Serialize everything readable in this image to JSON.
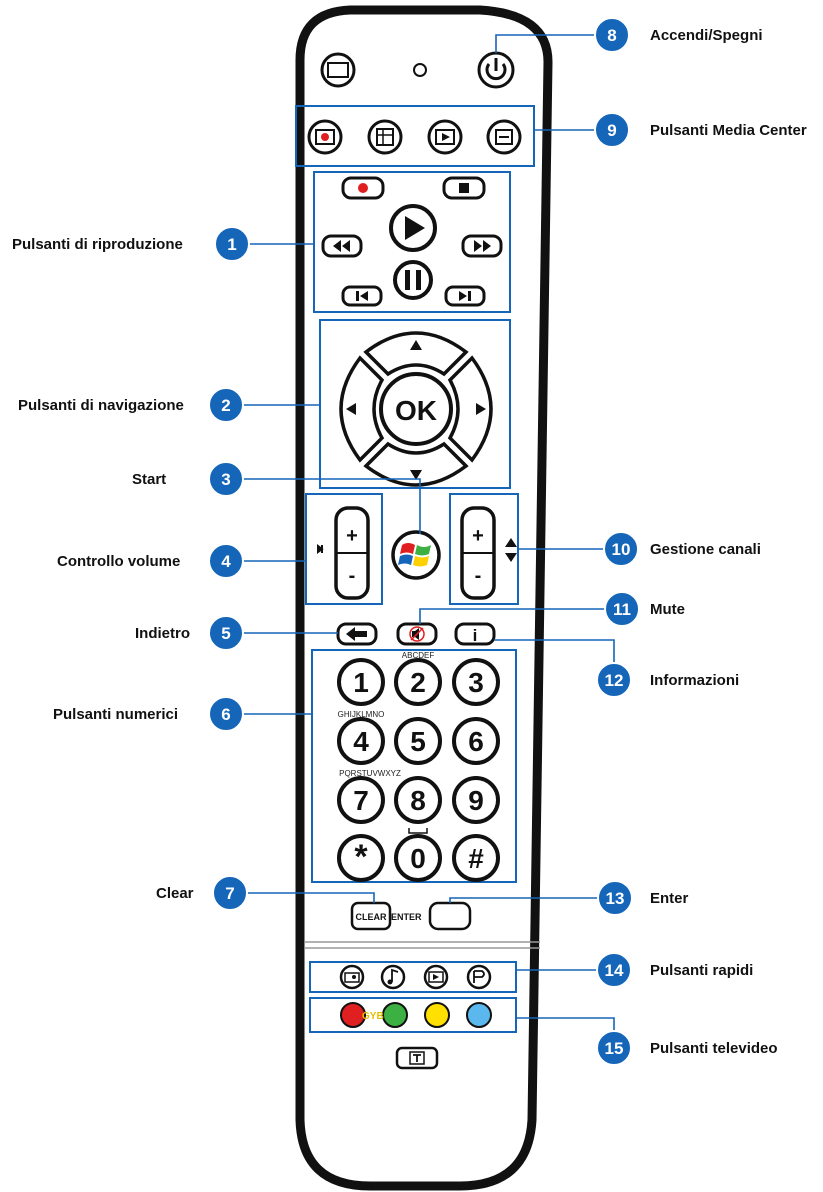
{
  "callouts": [
    {
      "num": "1",
      "label": "Pulsanti di riproduzione"
    },
    {
      "num": "2",
      "label": "Pulsanti di navigazione"
    },
    {
      "num": "3",
      "label": "Start"
    },
    {
      "num": "4",
      "label": "Controllo volume"
    },
    {
      "num": "5",
      "label": "Indietro"
    },
    {
      "num": "6",
      "label": "Pulsanti numerici"
    },
    {
      "num": "7",
      "label": "Clear"
    },
    {
      "num": "8",
      "label": "Accendi/Spegni"
    },
    {
      "num": "9",
      "label": "Pulsanti Media Center"
    },
    {
      "num": "10",
      "label": "Gestione canali"
    },
    {
      "num": "11",
      "label": "Mute"
    },
    {
      "num": "12",
      "label": "Informazioni"
    },
    {
      "num": "13",
      "label": "Enter"
    },
    {
      "num": "14",
      "label": "Pulsanti rapidi"
    },
    {
      "num": "15",
      "label": "Pulsanti televideo"
    }
  ],
  "remote": {
    "ok_label": "OK",
    "plus": "+",
    "minus": "-",
    "info": "i",
    "keys": [
      "1",
      "2",
      "3",
      "4",
      "5",
      "6",
      "7",
      "8",
      "9",
      "*",
      "0",
      "#"
    ],
    "key_letters": {
      "abc": "ABCDEF",
      "ghi": "GHIJKLMNO",
      "pqr": "PQRSTUVWXYZ"
    },
    "clear_label": "CLEAR",
    "enter_label": "ENTER",
    "teletext_letters": "GYB"
  },
  "colors": {
    "callout": "#1565b8",
    "record": "#e02020",
    "red": "#e02020",
    "green": "#3cb043",
    "yellow": "#ffe000",
    "blue": "#5bb8ee"
  }
}
